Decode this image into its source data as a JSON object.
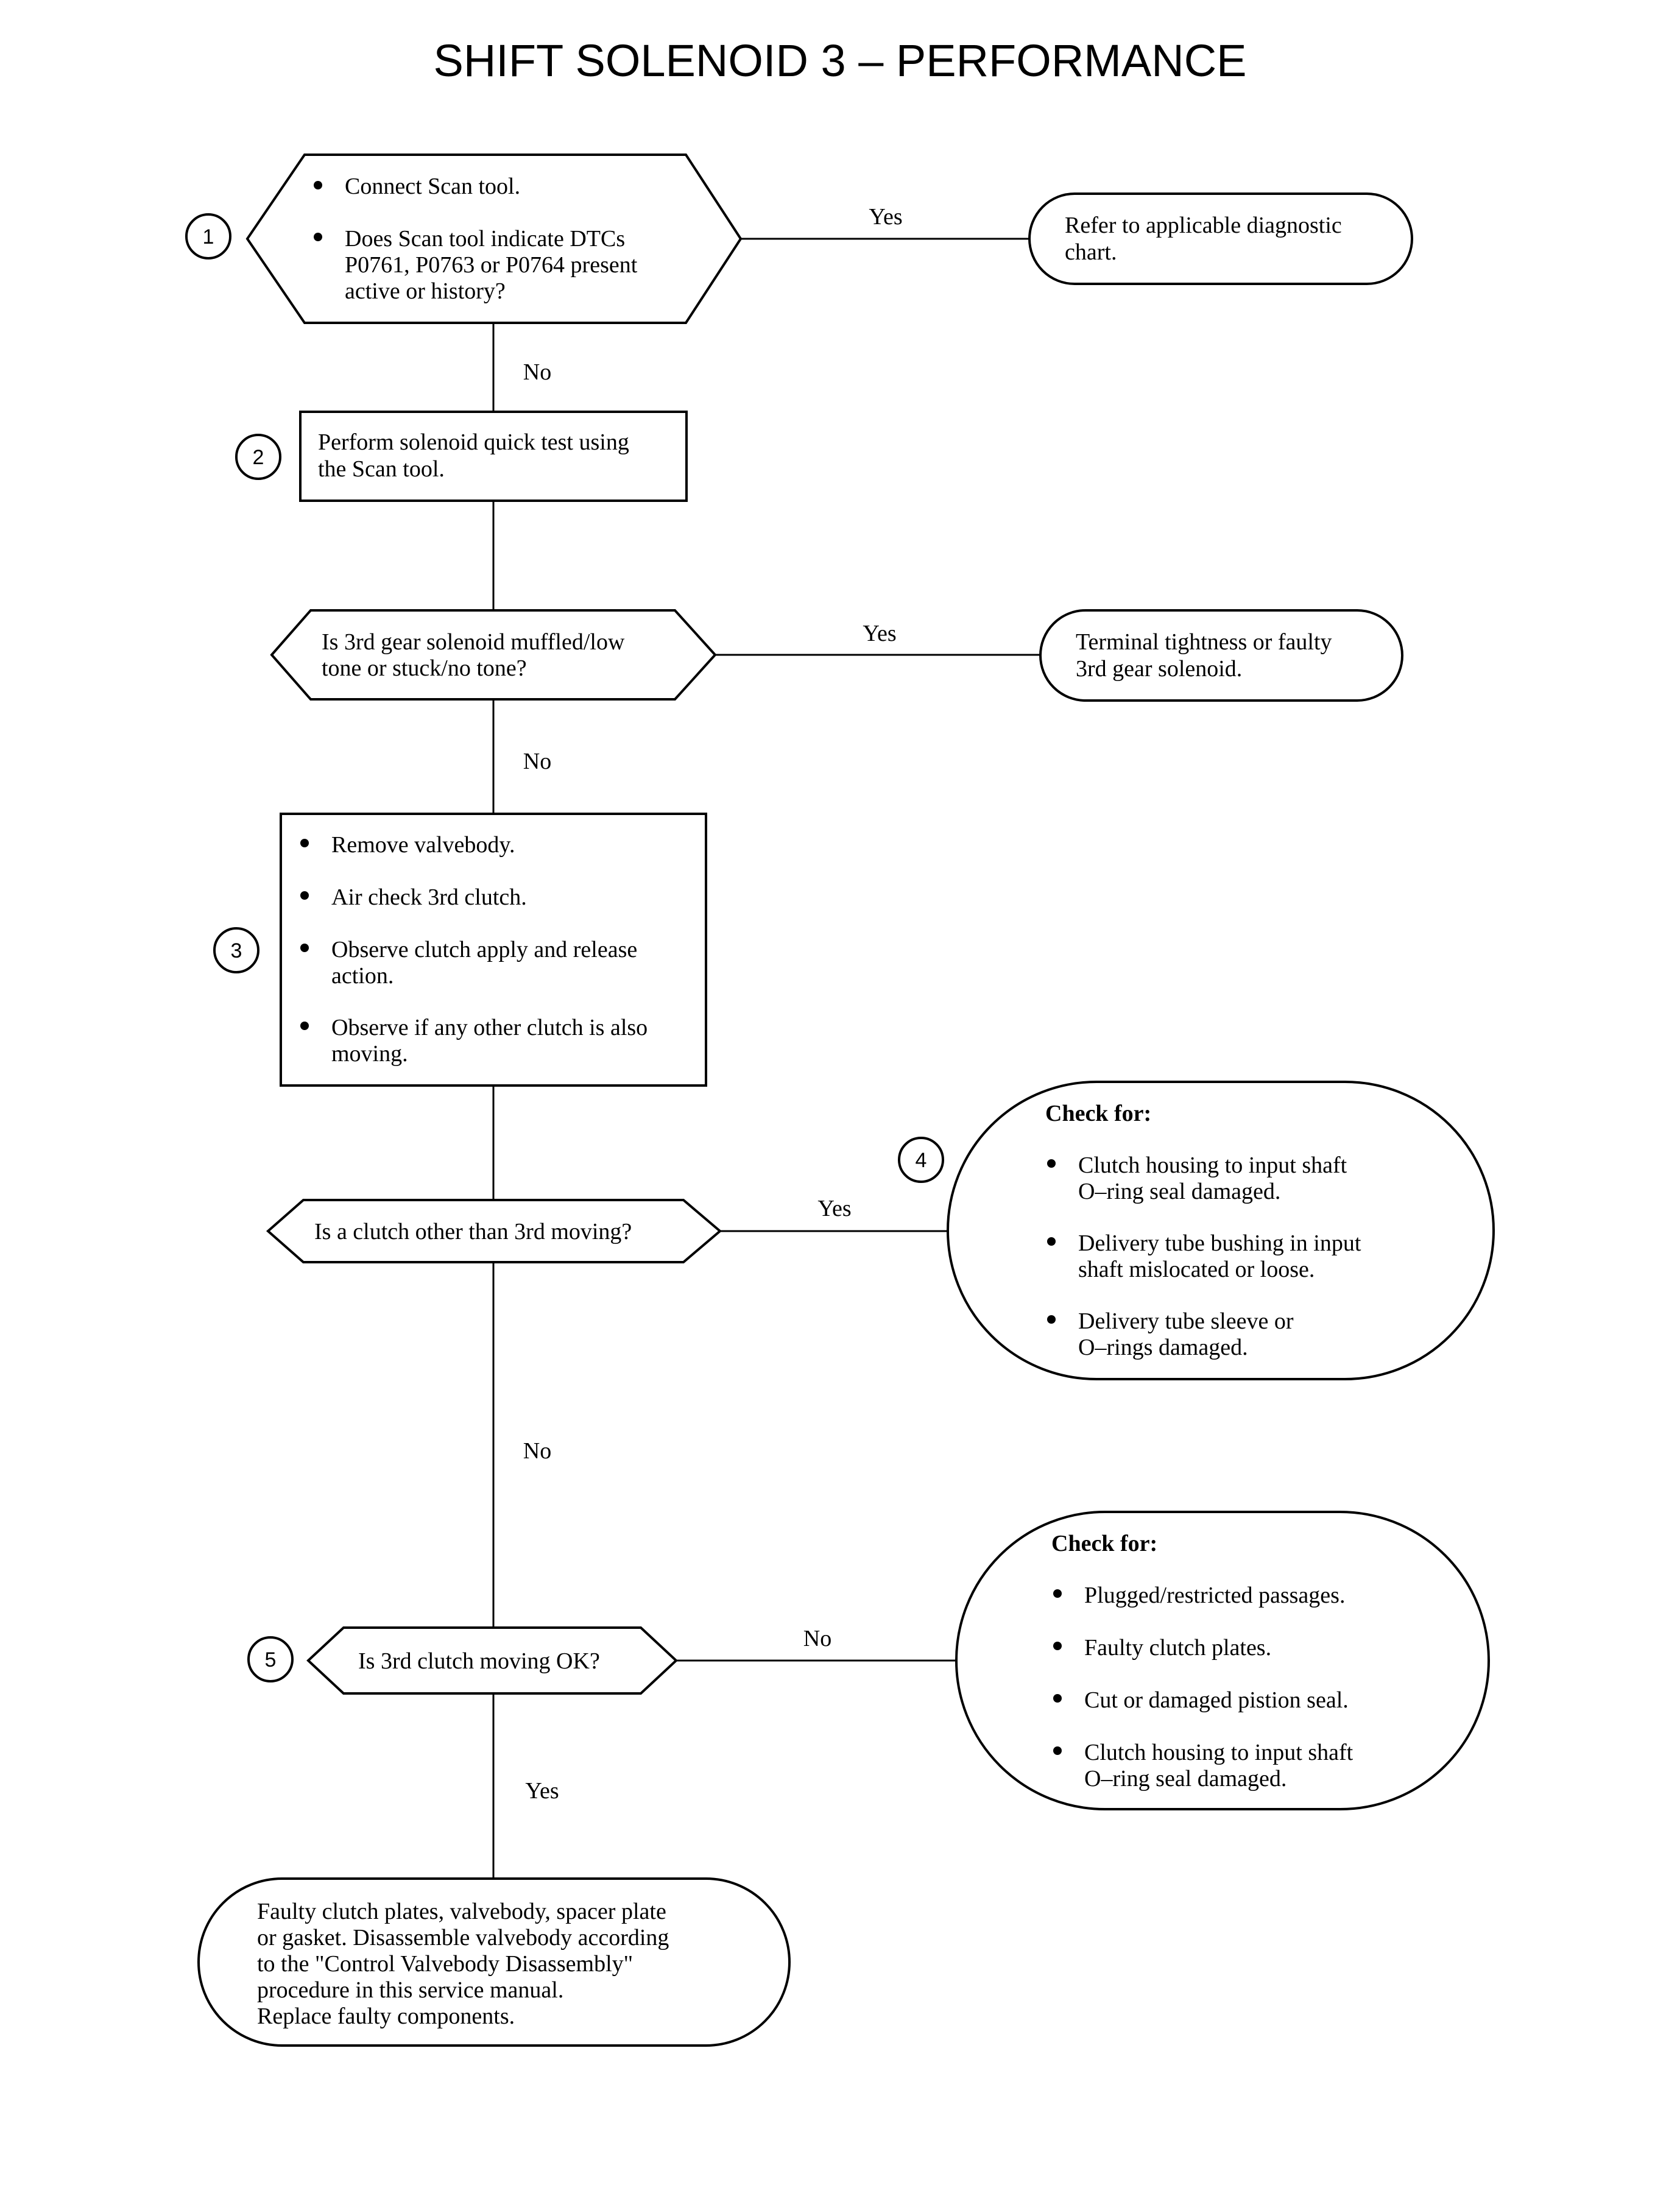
{
  "title": "SHIFT SOLENOID 3 – PERFORMANCE",
  "steps": {
    "s1": {
      "number": "1",
      "bullet1": "Connect Scan tool.",
      "bullet2_l1": "Does Scan tool indicate DTCs",
      "bullet2_l2": "P0761, P0763 or P0764 present",
      "bullet2_l3": "active or history?",
      "yes_label": "Yes",
      "no_label": "No",
      "yes_result_l1": "Refer to applicable diagnostic",
      "yes_result_l2": "chart."
    },
    "s2": {
      "number": "2",
      "text_l1": "Perform solenoid quick test using",
      "text_l2": "the Scan tool."
    },
    "d2": {
      "question_l1": "Is 3rd gear solenoid muffled/low",
      "question_l2": "tone or stuck/no tone?",
      "yes_label": "Yes",
      "no_label": "No",
      "yes_result_l1": "Terminal tightness or faulty",
      "yes_result_l2": "3rd gear solenoid."
    },
    "s3": {
      "number": "3",
      "bullet1": "Remove valvebody.",
      "bullet2": "Air check 3rd clutch.",
      "bullet3_l1": "Observe clutch apply and release",
      "bullet3_l2": "action.",
      "bullet4_l1": "Observe if any other clutch is also",
      "bullet4_l2": "moving."
    },
    "s4": {
      "number": "4",
      "question": "Is a clutch other than 3rd moving?",
      "yes_label": "Yes",
      "no_label": "No",
      "check_heading": "Check for:",
      "c1_l1": "Clutch housing to input shaft",
      "c1_l2": "O–ring seal damaged.",
      "c2_l1": "Delivery tube bushing in input",
      "c2_l2": "shaft mislocated or loose.",
      "c3_l1": "Delivery tube sleeve or",
      "c3_l2": "O–rings damaged."
    },
    "s5": {
      "number": "5",
      "question": "Is 3rd clutch moving OK?",
      "no_label": "No",
      "yes_label": "Yes",
      "check_heading": "Check for:",
      "c1": "Plugged/restricted passages.",
      "c2": "Faulty clutch plates.",
      "c3": "Cut or damaged pistion seal.",
      "c4_l1": "Clutch housing to input shaft",
      "c4_l2": "O–ring seal damaged."
    },
    "final": {
      "l1": "Faulty clutch plates, valvebody, spacer plate",
      "l2": "or gasket.  Disassemble valvebody according",
      "l3": "to the \"Control Valvebody Disassembly\"",
      "l4": "procedure in this service manual.",
      "l5": "Replace faulty components."
    }
  }
}
